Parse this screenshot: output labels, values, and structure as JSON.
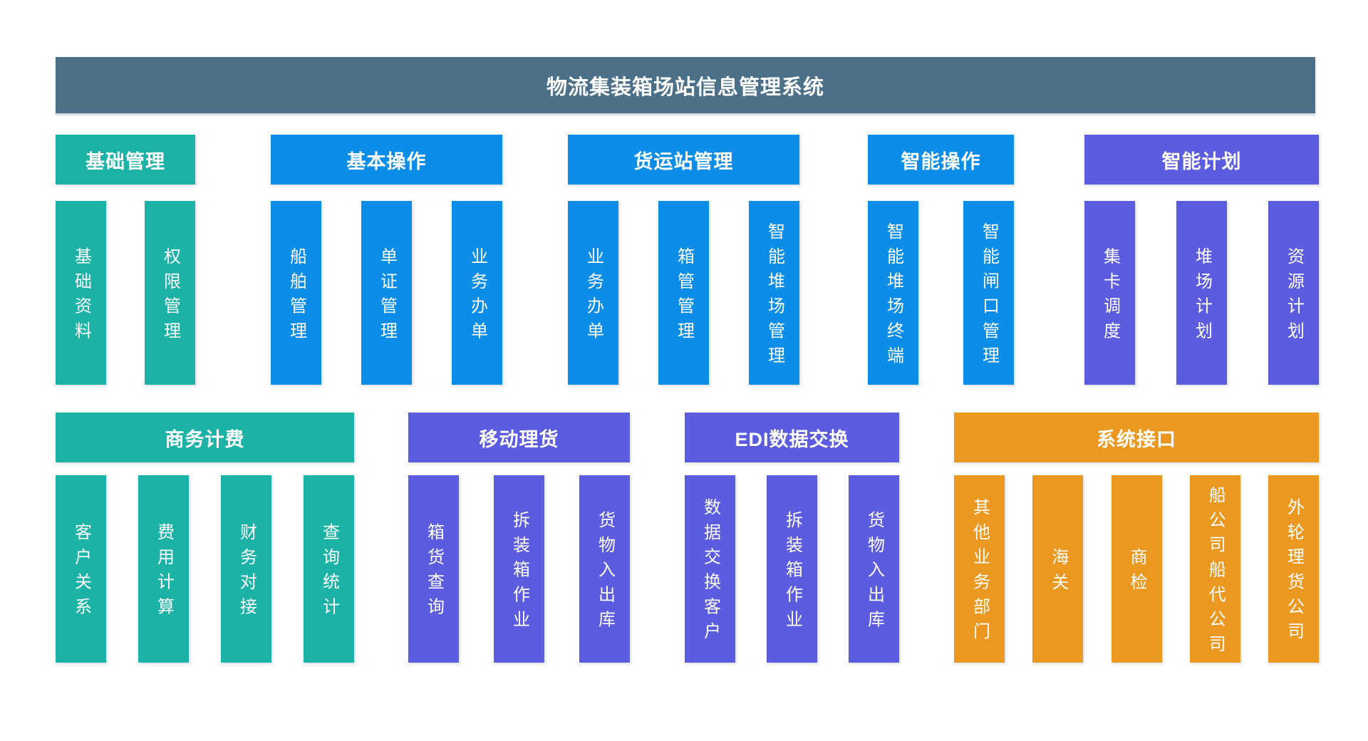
{
  "title": "物流集装箱场站信息管理系统",
  "colors": {
    "title_bar": "#4D7089",
    "teal": "#1CB2A6",
    "blue": "#0B8DE8",
    "purple": "#5C5CE0",
    "orange": "#EB9820",
    "text": "#FFFFFF",
    "background": "#FFFFFF"
  },
  "groups": [
    {
      "title": "基础管理",
      "color": "teal",
      "items": [
        "基础资料",
        "权限管理"
      ]
    },
    {
      "title": "基本操作",
      "color": "blue",
      "items": [
        "船舶管理",
        "单证管理",
        "业务办单"
      ]
    },
    {
      "title": "货运站管理",
      "color": "blue",
      "items": [
        "业务办单",
        "箱管管理",
        "智能堆场管理"
      ]
    },
    {
      "title": "智能操作",
      "color": "blue",
      "items": [
        "智能堆场终端",
        "智能闸口管理"
      ]
    },
    {
      "title": "智能计划",
      "color": "purple",
      "items": [
        "集卡调度",
        "堆场计划",
        "资源计划"
      ]
    },
    {
      "title": "商务计费",
      "color": "teal",
      "items": [
        "客户关系",
        "费用计算",
        "财务对接",
        "查询统计"
      ]
    },
    {
      "title": "移动理货",
      "color": "purple",
      "items": [
        "箱货查询",
        "拆装箱作业",
        "货物入出库"
      ]
    },
    {
      "title": "EDI数据交换",
      "color": "purple",
      "items": [
        "数据交换客户",
        "拆装箱作业",
        "货物入出库"
      ]
    },
    {
      "title": "系统接口",
      "color": "orange",
      "items": [
        "其他业务部门",
        "海关",
        "商检",
        "船公司船代公司",
        "外轮理货公司"
      ]
    }
  ]
}
